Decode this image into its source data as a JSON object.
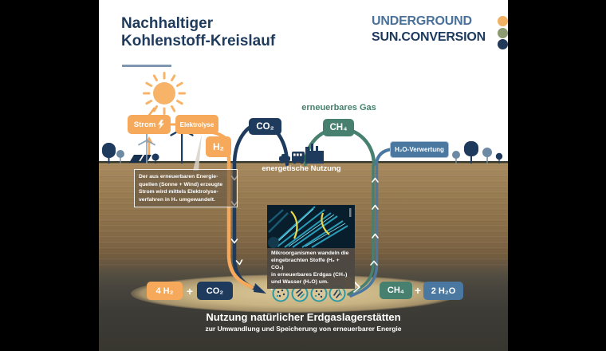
{
  "header": {
    "title_line1": "Nachhaltiger",
    "title_line2": "Kohlenstoff-Kreislauf"
  },
  "logo": {
    "line1": "UNDERGROUND",
    "line2": "SUN.CONVERSION"
  },
  "cycle": {
    "strom_label": "Strom",
    "elektrolyse_label": "Elektrolyse",
    "h2_label": "H₂",
    "co2_label": "CO₂",
    "ch4_label": "CH₄",
    "renewable_gas_label": "erneuerbares Gas",
    "energetic_use_label": "energetische Nutzung",
    "h2o_use_label": "H₂O-Verwertung"
  },
  "notes": {
    "electrolysis": "Der aus erneuerbaren Energie-\nquellen (Sonne + Wind) erzeugte\nStrom wird mittels Elektrolyse-\nverfahren in H₂ umgewandelt.",
    "microbes": "Mikroorganismen wandeln die\neingebrachten Stoffe (H₂ + CO₂)\nin erneuerbares Erdgas (CH₄)\nund Wasser (H₂O) um."
  },
  "reaction": {
    "left_educt1": "4 H₂",
    "left_plus": "+",
    "left_educt2": "CO₂",
    "right_product1": "CH₄",
    "right_plus": "+",
    "right_product2": "2 H₂O"
  },
  "footer": {
    "title": "Nutzung natürlicher Erdgaslagerstätten",
    "subtitle": "zur Umwandlung und Speicherung von erneuerbarer Energie"
  },
  "icons": {
    "sun": "sun-icon",
    "lightning": "lightning-icon",
    "wind_turbines": "wind-turbine-icon",
    "solar_panels": "solar-panel-icon",
    "trees": "tree-icon",
    "city": "vehicles-factory-icon",
    "microbes": "microbe-icon",
    "microscopy": "microorganism-photo"
  },
  "colors": {
    "navy": "#1e3a5c",
    "orange": "#f6a95b",
    "teal": "#47806f",
    "steel_blue": "#4a78a0",
    "logo_blue": "#4a7199",
    "dot_orange": "#f2b263",
    "dot_olive": "#8d9b72",
    "dot_navy": "#22395a",
    "side_bars": "#000000"
  }
}
